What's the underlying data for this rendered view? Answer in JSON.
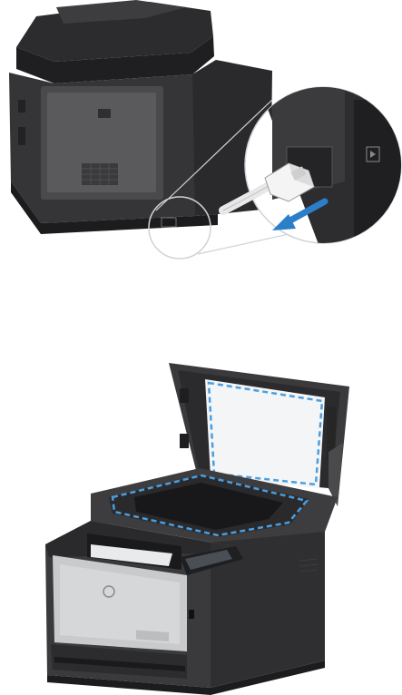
{
  "figures": [
    {
      "id": "usb-cable-disconnect",
      "subject": "printer-rear-usb-port",
      "callout": "usb-port-magnified",
      "arrow_direction": "left",
      "accent_color": "#2a7fc8"
    },
    {
      "id": "scanner-glass-cleaning",
      "subject": "printer-scanner-lid-open",
      "highlight_style": "dashed-outline",
      "accent_color": "#2a7fc8"
    }
  ],
  "colors": {
    "printer_body": "#3a3a3c",
    "printer_dark": "#1e1e20",
    "printer_light_panel": "#c9cacb",
    "callout_bg": "#ffffff",
    "arrow_blue": "#2a7fc8",
    "highlight_blue": "#4a9ee0"
  }
}
